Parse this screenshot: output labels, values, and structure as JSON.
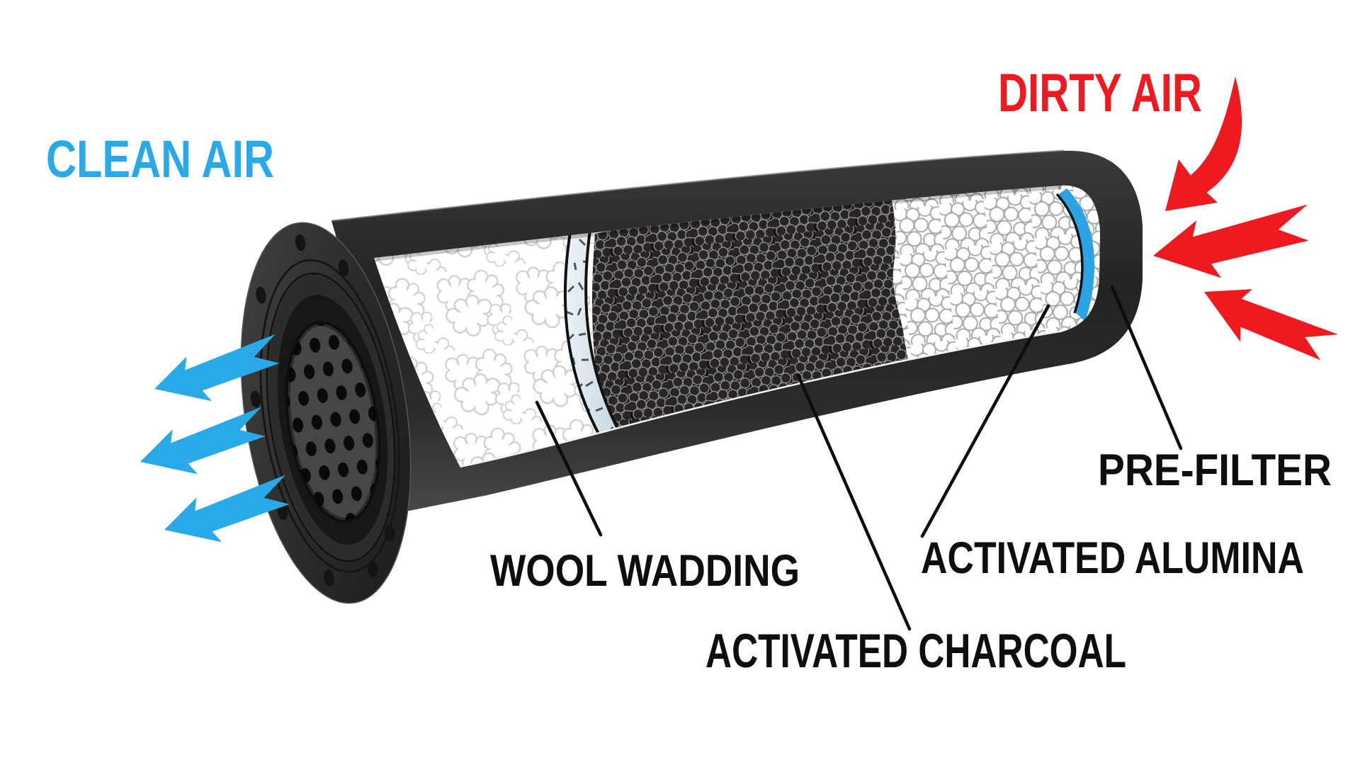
{
  "labels": {
    "clean_air": "CLEAN AIR",
    "dirty_air": "DIRTY AIR",
    "wool": "WOOL WADDING",
    "charcoal": "ACTIVATED CHARCOAL",
    "alumina": "ACTIVATED ALUMINA",
    "prefilter": "PRE-FILTER"
  },
  "colors": {
    "clean_blue": "#29A9E8",
    "dirty_red": "#EF1A20",
    "prefilter_blue": "#2AA4E4",
    "body_dark": "#2C2B2A",
    "label_black": "#0E0E0E"
  },
  "diagram": {
    "type": "air-filter-cutaway",
    "airflow": {
      "inlet": "DIRTY AIR",
      "outlet": "CLEAN AIR"
    },
    "layers_in_flow_order": [
      "PRE-FILTER",
      "ACTIVATED ALUMINA",
      "ACTIVATED CHARCOAL",
      "WOOL WADDING"
    ]
  }
}
